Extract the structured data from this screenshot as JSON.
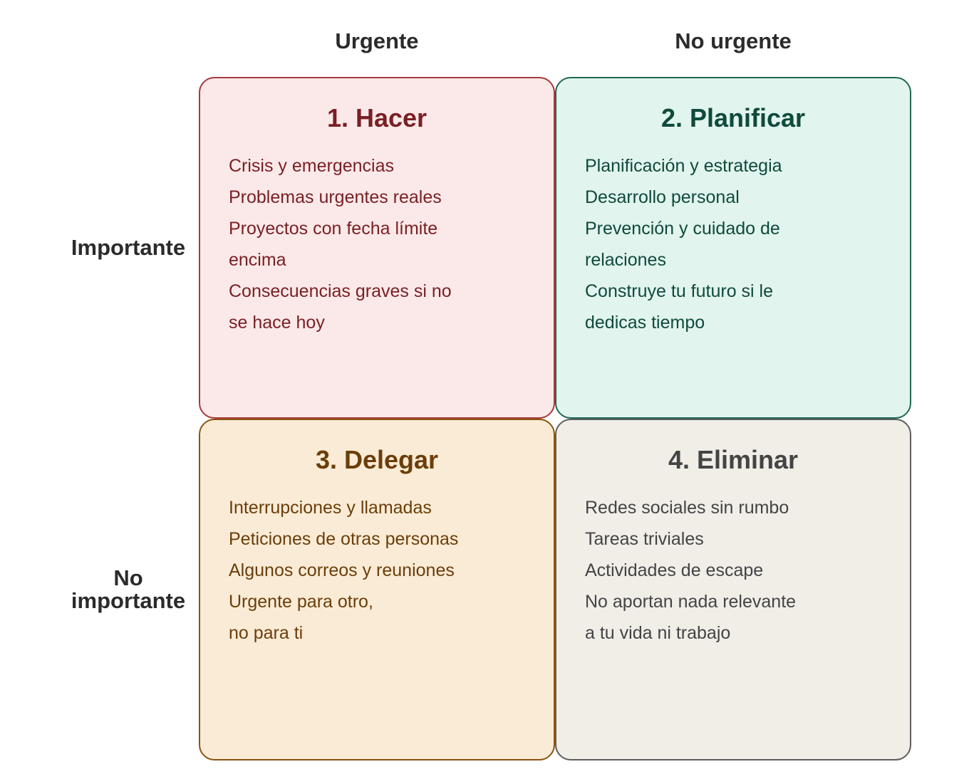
{
  "columns": [
    "Urgente",
    "No urgente"
  ],
  "rows": [
    {
      "label_lines": [
        "Importante"
      ]
    },
    {
      "label_lines": [
        "No",
        "importante"
      ]
    }
  ],
  "quadrants": [
    {
      "title": "1. Hacer",
      "color": "#7a1f24",
      "lines": [
        "Crisis y emergencias",
        "Problemas urgentes reales",
        "Proyectos con fecha límite",
        "encima",
        "Consecuencias graves si no",
        "se hace hoy"
      ]
    },
    {
      "title": "2. Planificar",
      "color": "#0f4a3b",
      "lines": [
        "Planificación y estrategia",
        "Desarrollo personal",
        "Prevención y cuidado de",
        "relaciones",
        "Construye tu futuro si le",
        "dedicas tiempo"
      ]
    },
    {
      "title": "3. Delegar",
      "color": "#6b3e0a",
      "lines": [
        "Interrupciones y llamadas",
        "Peticiones de otras personas",
        "Algunos correos y reuniones",
        "Urgente para otro,",
        "no para ti"
      ]
    },
    {
      "title": "4. Eliminar",
      "color": "#444444",
      "lines": [
        "Redes sociales sin rumbo",
        "Tareas triviales",
        "Actividades de escape",
        "No aportan nada relevante",
        "a tu vida ni trabajo"
      ]
    }
  ]
}
